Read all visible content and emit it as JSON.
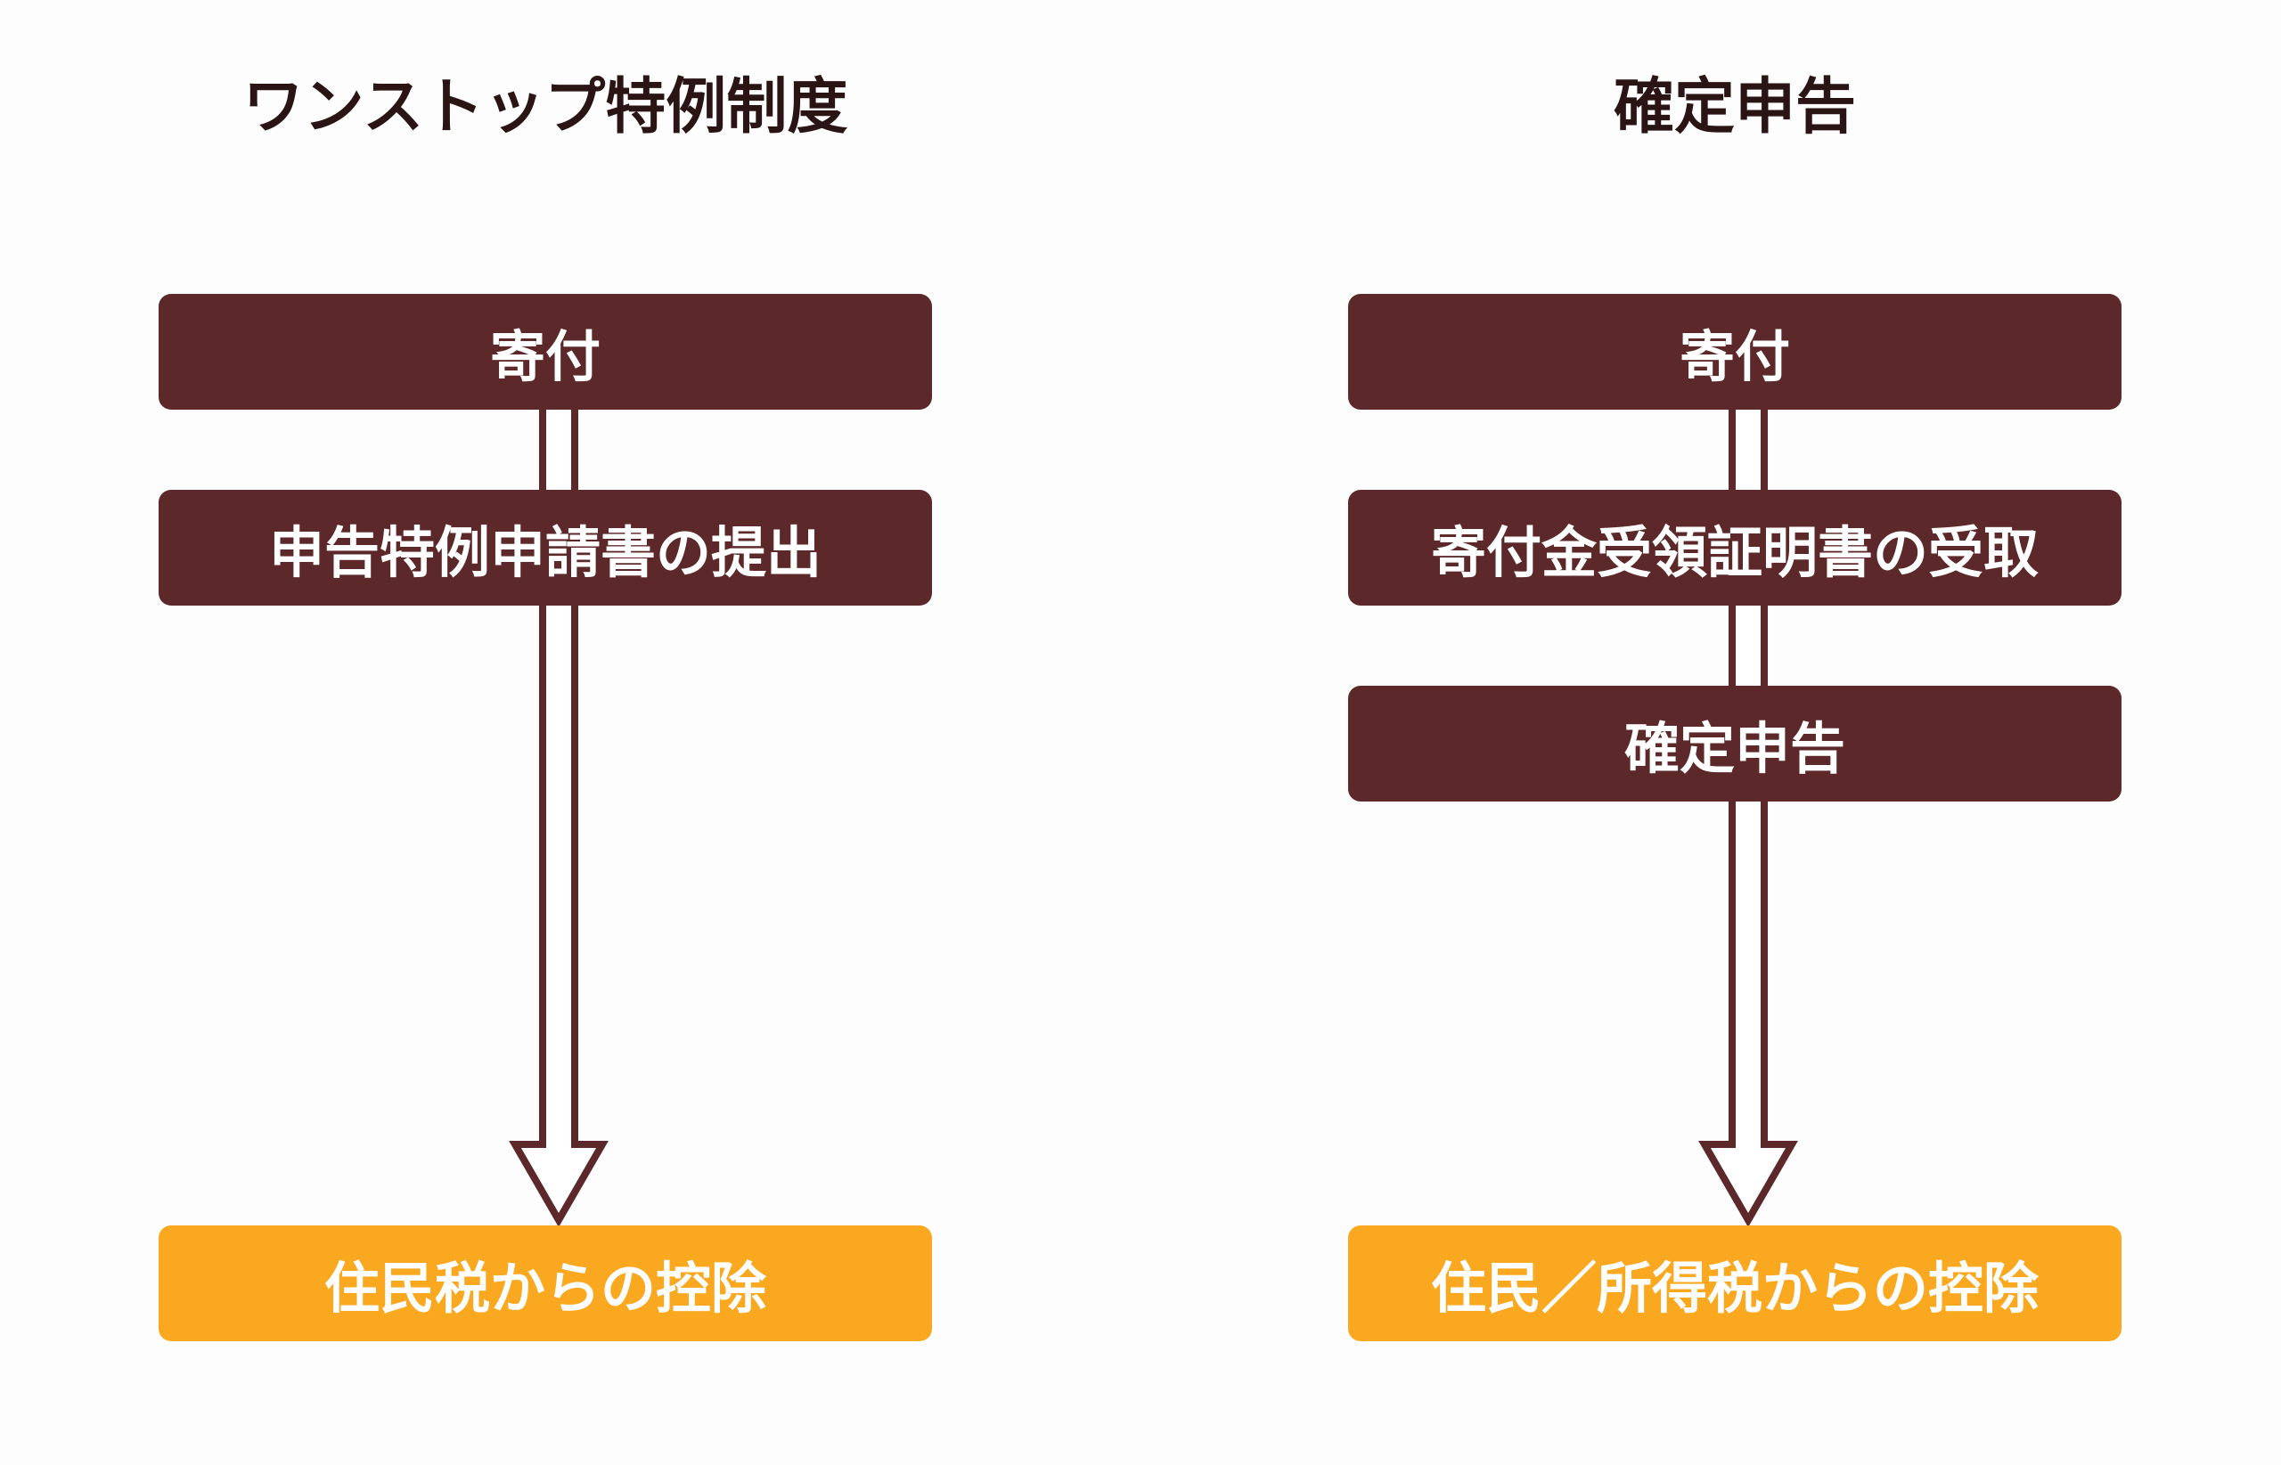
{
  "colors": {
    "box": "#5c2829",
    "result": "#fba821",
    "arrow_stroke": "#5c2829",
    "arrow_fill": "#ffffff",
    "title_text": "#2a1414"
  },
  "left": {
    "title": "ワンストップ特例制度",
    "steps": [
      "寄付",
      "申告特例申請書の提出"
    ],
    "result": "住民税からの控除"
  },
  "right": {
    "title": "確定申告",
    "steps": [
      "寄付",
      "寄付金受領証明書の受取",
      "確定申告"
    ],
    "result": "住民／所得税からの控除"
  }
}
